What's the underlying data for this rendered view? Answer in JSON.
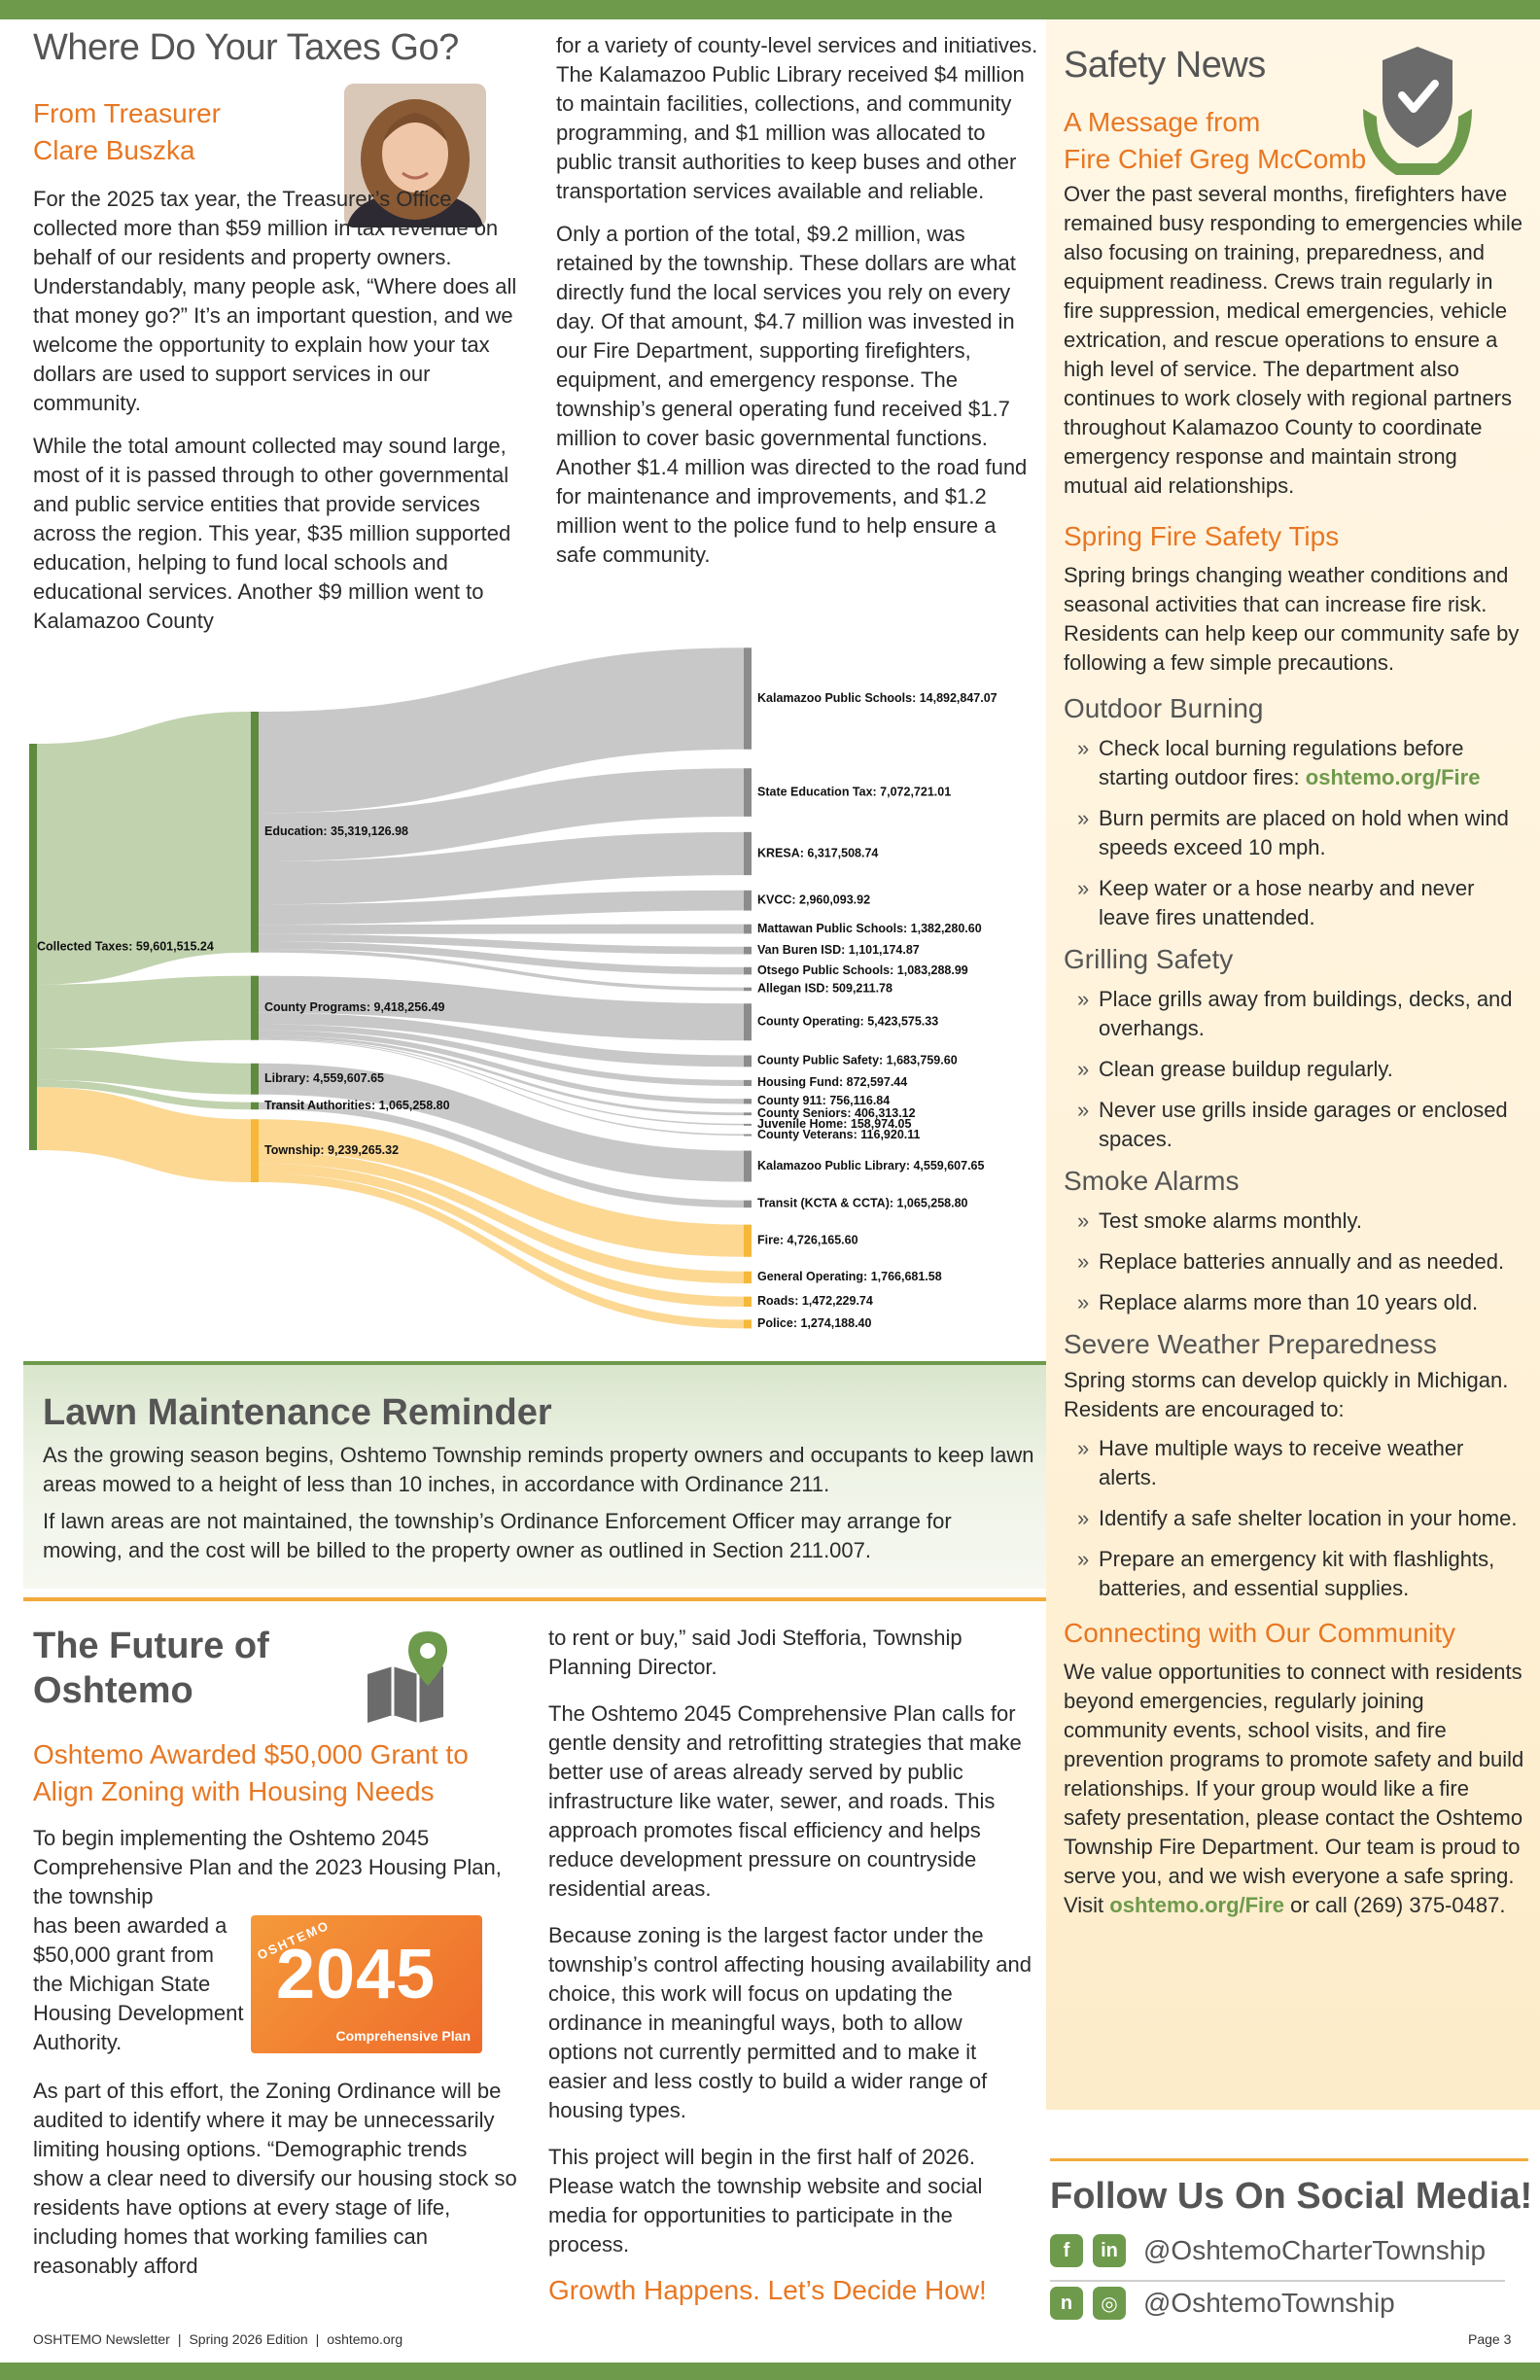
{
  "taxes": {
    "title": "Where Do Your Taxes Go?",
    "subtitle_line1": "From Treasurer",
    "subtitle_line2": "Clare Buszka",
    "p1": "For the 2025 tax year, the Treasurer’s Office collected more than $59 million in tax revenue on behalf of our residents and property owners. Understandably, many people ask, “Where does all that money go?” It’s an important question, and we welcome the opportunity to explain how your tax dollars are used to support services in our community.",
    "p2": "While the total amount collected may sound large, most of it is passed through to other governmental and public service entities that provide services across the region. This year, $35 million supported education, helping to fund local schools and educational services. Another $9 million went to Kalamazoo County",
    "p3": "for a variety of county-level services and initiatives. The Kalamazoo Public Library received $4 million to maintain facilities, collections, and community programming, and $1 million was allocated to public transit authorities to keep buses and other transportation services available and reliable.",
    "p4": "Only a portion of the total, $9.2 million, was retained by the township. These dollars are what directly fund the local services you rely on every day. Of that amount, $4.7 million was invested in our Fire Department, supporting firefighters, equipment, and emergency response. The township’s general operating fund received $1.7 million to cover basic governmental functions. Another $1.4 million was directed to the road fund for maintenance and improvements, and $1.2 million went to the police fund to help ensure a safe community."
  },
  "chart_data": {
    "type": "sankey",
    "source": {
      "name": "Collected Taxes",
      "value": 59601515.24,
      "label": "Collected Taxes: 59,601,515.24"
    },
    "groups": [
      {
        "name": "Education",
        "value": 35319126.98,
        "label": "Education: 35,319,126.98",
        "color": "#a9a9a9",
        "targets": [
          {
            "label": "Kalamazoo Public Schools: 14,892,847.07",
            "value": 14892847.07
          },
          {
            "label": "State Education Tax: 7,072,721.01",
            "value": 7072721.01
          },
          {
            "label": "KRESA: 6,317,508.74",
            "value": 6317508.74
          },
          {
            "label": "KVCC: 2,960,093.92",
            "value": 2960093.92
          },
          {
            "label": "Mattawan Public Schools: 1,382,280.60",
            "value": 1382280.6
          },
          {
            "label": "Van Buren ISD: 1,101,174.87",
            "value": 1101174.87
          },
          {
            "label": "Otsego Public Schools: 1,083,288.99",
            "value": 1083288.99
          },
          {
            "label": "Allegan ISD: 509,211.78",
            "value": 509211.78
          }
        ]
      },
      {
        "name": "County Programs",
        "value": 9418256.49,
        "label": "County Programs: 9,418,256.49",
        "color": "#a9a9a9",
        "targets": [
          {
            "label": "County Operating: 5,423,575.33",
            "value": 5423575.33
          },
          {
            "label": "County Public Safety: 1,683,759.60",
            "value": 1683759.6
          },
          {
            "label": "Housing Fund: 872,597.44",
            "value": 872597.44
          },
          {
            "label": "County 911: 756,116.84",
            "value": 756116.84
          },
          {
            "label": "County Seniors: 406,313.12",
            "value": 406313.12
          },
          {
            "label": "Juvenile Home: 158,974.05",
            "value": 158974.05
          },
          {
            "label": "County Veterans: 116,920.11",
            "value": 116920.11
          }
        ]
      },
      {
        "name": "Library",
        "value": 4559607.65,
        "label": "Library: 4,559,607.65",
        "color": "#a9a9a9",
        "targets": [
          {
            "label": "Kalamazoo Public Library: 4,559,607.65",
            "value": 4559607.65
          }
        ]
      },
      {
        "name": "Transit Authorities",
        "value": 1065258.8,
        "label": "Transit Authorities: 1,065,258.80",
        "color": "#a9a9a9",
        "targets": [
          {
            "label": "Transit (KCTA & CCTA): 1,065,258.80",
            "value": 1065258.8
          }
        ]
      },
      {
        "name": "Township",
        "value": 9239265.32,
        "label": "Township: 9,239,265.32",
        "color": "#fbc96a",
        "targets": [
          {
            "label": "Fire: 4,726,165.60",
            "value": 4726165.6
          },
          {
            "label": "General Operating: 1,766,681.58",
            "value": 1766681.58
          },
          {
            "label": "Roads: 1,472,229.74",
            "value": 1472229.74
          },
          {
            "label": "Police: 1,274,188.40",
            "value": 1274188.4
          }
        ]
      }
    ],
    "colors": {
      "source": "#a9c08f",
      "node_green": "#5e8b3d",
      "node_grey": "#8c8c8c",
      "node_orange": "#f5b83b"
    }
  },
  "safety": {
    "title": "Safety News",
    "msg_title_line1": "A Message from",
    "msg_title_line2": "Fire Chief Greg McComb",
    "msg_body": "Over the past several months, firefighters have remained busy responding to emergencies while also focusing on training, preparedness, and equipment readiness. Crews train regularly in fire suppression, medical emergencies, vehicle extrication, and rescue operations to ensure a high level of service. The department also continues to work closely with regional partners throughout Kalamazoo County to coordinate emergency response and maintain strong mutual aid relationships.",
    "tips_title": "Spring Fire Safety Tips",
    "tips_intro": "Spring brings changing weather conditions and seasonal activities that can increase fire risk. Residents can help keep our community safe by following a few simple precautions.",
    "outdoor_title": "Outdoor Burning",
    "outdoor_items": [
      "Check local burning regulations before starting outdoor fires: ",
      "Burn permits are placed on hold when wind speeds exceed 10 mph.",
      "Keep water or a hose nearby and never leave fires unattended."
    ],
    "outdoor_link": "oshtemo.org/Fire",
    "grilling_title": "Grilling Safety",
    "grilling_items": [
      "Place grills away from buildings, decks, and overhangs.",
      "Clean grease buildup regularly.",
      "Never use grills inside garages or enclosed spaces."
    ],
    "smoke_title": "Smoke Alarms",
    "smoke_items": [
      "Test smoke alarms monthly.",
      "Replace batteries annually and as needed.",
      "Replace alarms more than 10 years old."
    ],
    "weather_title": "Severe Weather Preparedness",
    "weather_intro": "Spring storms can develop quickly in Michigan. Residents are encouraged to:",
    "weather_items": [
      "Have multiple ways to receive weather alerts.",
      "Identify a safe shelter location in your home.",
      "Prepare an emergency kit with flashlights, batteries, and essential supplies."
    ],
    "community_title": "Connecting with Our Community",
    "community_body": "We value opportunities to connect with residents beyond emergencies, regularly joining community events, school visits, and fire prevention programs to promote safety and build relationships. If your group would like a fire safety presentation, please contact the Oshtemo Township Fire Department. Our team is proud to serve you, and we wish everyone a safe spring. Visit ",
    "community_link": "oshtemo.org/Fire",
    "community_tail": " or call (269) 375-0487."
  },
  "social": {
    "title": "Follow Us On Social Media!",
    "handle1": "@OshtemoCharterTownship",
    "handle2": "@OshtemoTownship",
    "icons": [
      "facebook-icon",
      "linkedin-icon",
      "nextdoor-icon",
      "instagram-icon"
    ]
  },
  "lawn": {
    "title": "Lawn Maintenance Reminder",
    "p1": "As the growing season begins, Oshtemo Township reminds property owners and occupants to keep lawn areas mowed to a height of less than 10 inches, in accordance with Ordinance 211.",
    "p2": "If lawn areas are not maintained, the township’s Ordinance Enforcement Officer may arrange for mowing, and the cost will be billed to the property owner as outlined in Section 211.007."
  },
  "future": {
    "title": "The Future of Oshtemo",
    "subtitle": "Oshtemo Awarded $50,000 Grant to Align Zoning with Housing Needs",
    "p1a": "To begin implementing the Oshtemo 2045 Comprehensive Plan and the 2023 Housing Plan, the township",
    "p1b": "has been awarded a $50,000 grant from the Michigan State Housing Development Authority.",
    "p2": "As part of this effort, the Zoning Ordinance will be audited to identify where it may be unnecessarily limiting housing options. “Demographic trends show a clear need to diversify our housing stock so residents have options at every stage of life, including homes that working families can reasonably afford",
    "p3": "to rent or buy,” said Jodi Stefforia, Township Planning Director.",
    "p4": "The Oshtemo 2045 Comprehensive Plan calls for gentle density and retrofitting strategies that make better use of areas already served by public infrastructure like water, sewer, and roads. This approach promotes fiscal efficiency and helps reduce development pressure on countryside residential areas.",
    "p5": "Because zoning is the largest factor under the township’s control affecting housing availability and choice, this work will focus on updating the ordinance in meaningful ways, both to allow options not currently permitted and to make it easier and less costly to build a wider range of housing types.",
    "p6": "This project will begin in the first half of 2026. Please watch the township website and social media for opportunities to participate in the process.",
    "tagline": "Growth Happens. Let’s Decide How!",
    "badge_name": "OSHTEMO",
    "badge_year": "2045",
    "badge_label": "Comprehensive Plan"
  },
  "footer": {
    "newsletter": "OSHTEMO Newsletter",
    "edition": "Spring 2026 Edition",
    "site": "oshtemo.org",
    "sep": "|",
    "page": "Page 3"
  }
}
